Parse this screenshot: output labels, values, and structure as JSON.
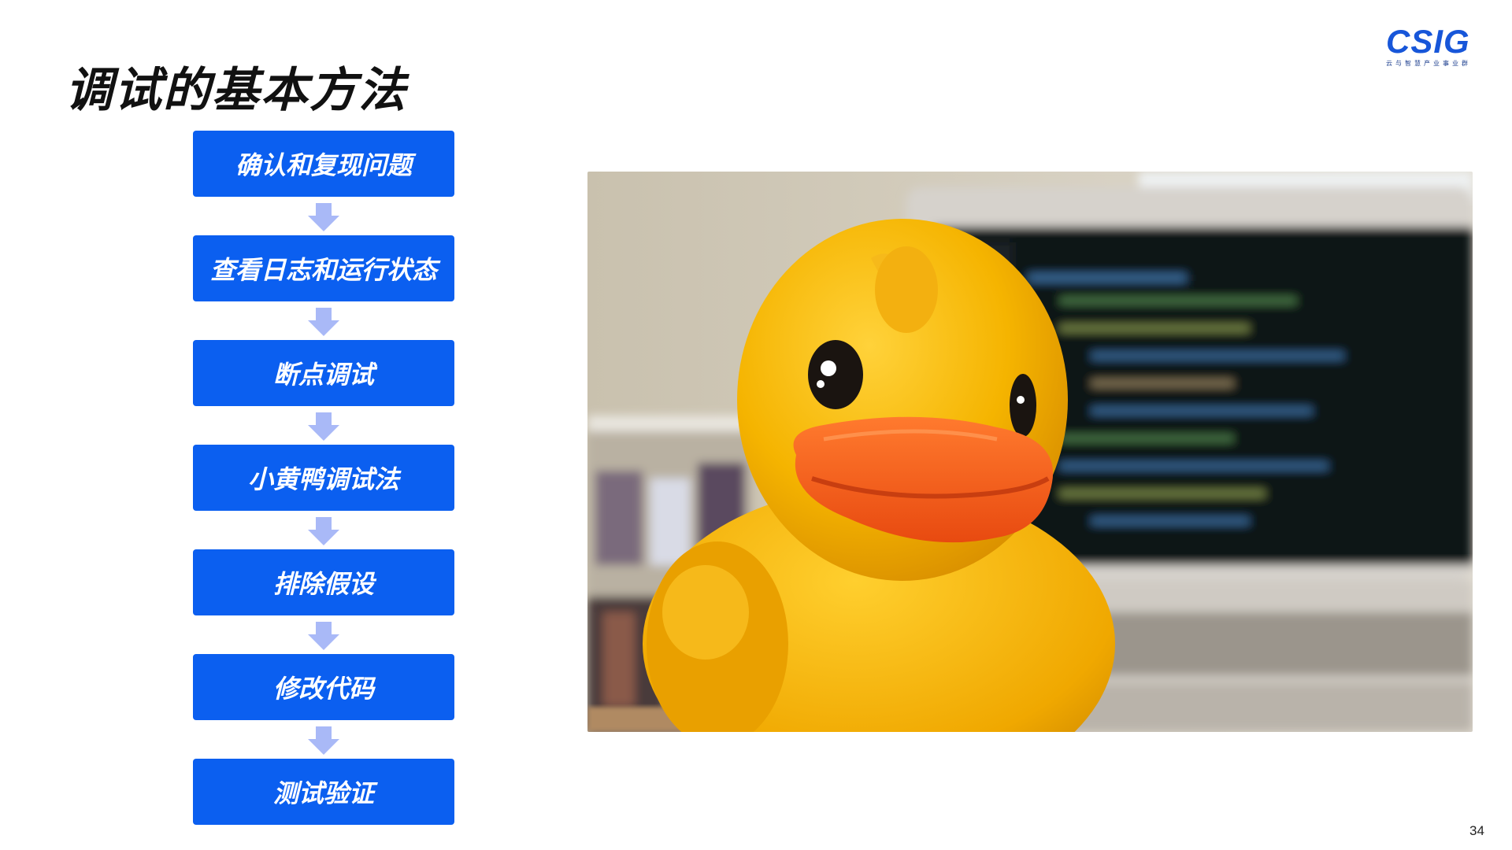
{
  "slide": {
    "title": "调试的基本方法",
    "page_number": "34"
  },
  "logo": {
    "wordmark": "CSIG",
    "subtitle": "云与智慧产业事业群",
    "color": "#1756d9"
  },
  "flow": {
    "box_color": "#0b5ff0",
    "arrow_color": "#a9b9f7",
    "steps": [
      "确认和复现问题",
      "查看日志和运行状态",
      "断点调试",
      "小黄鸭调试法",
      "排除假设",
      "修改代码",
      "测试验证"
    ]
  },
  "photo": {
    "subject": "rubber-duck-in-front-of-laptop-image"
  }
}
